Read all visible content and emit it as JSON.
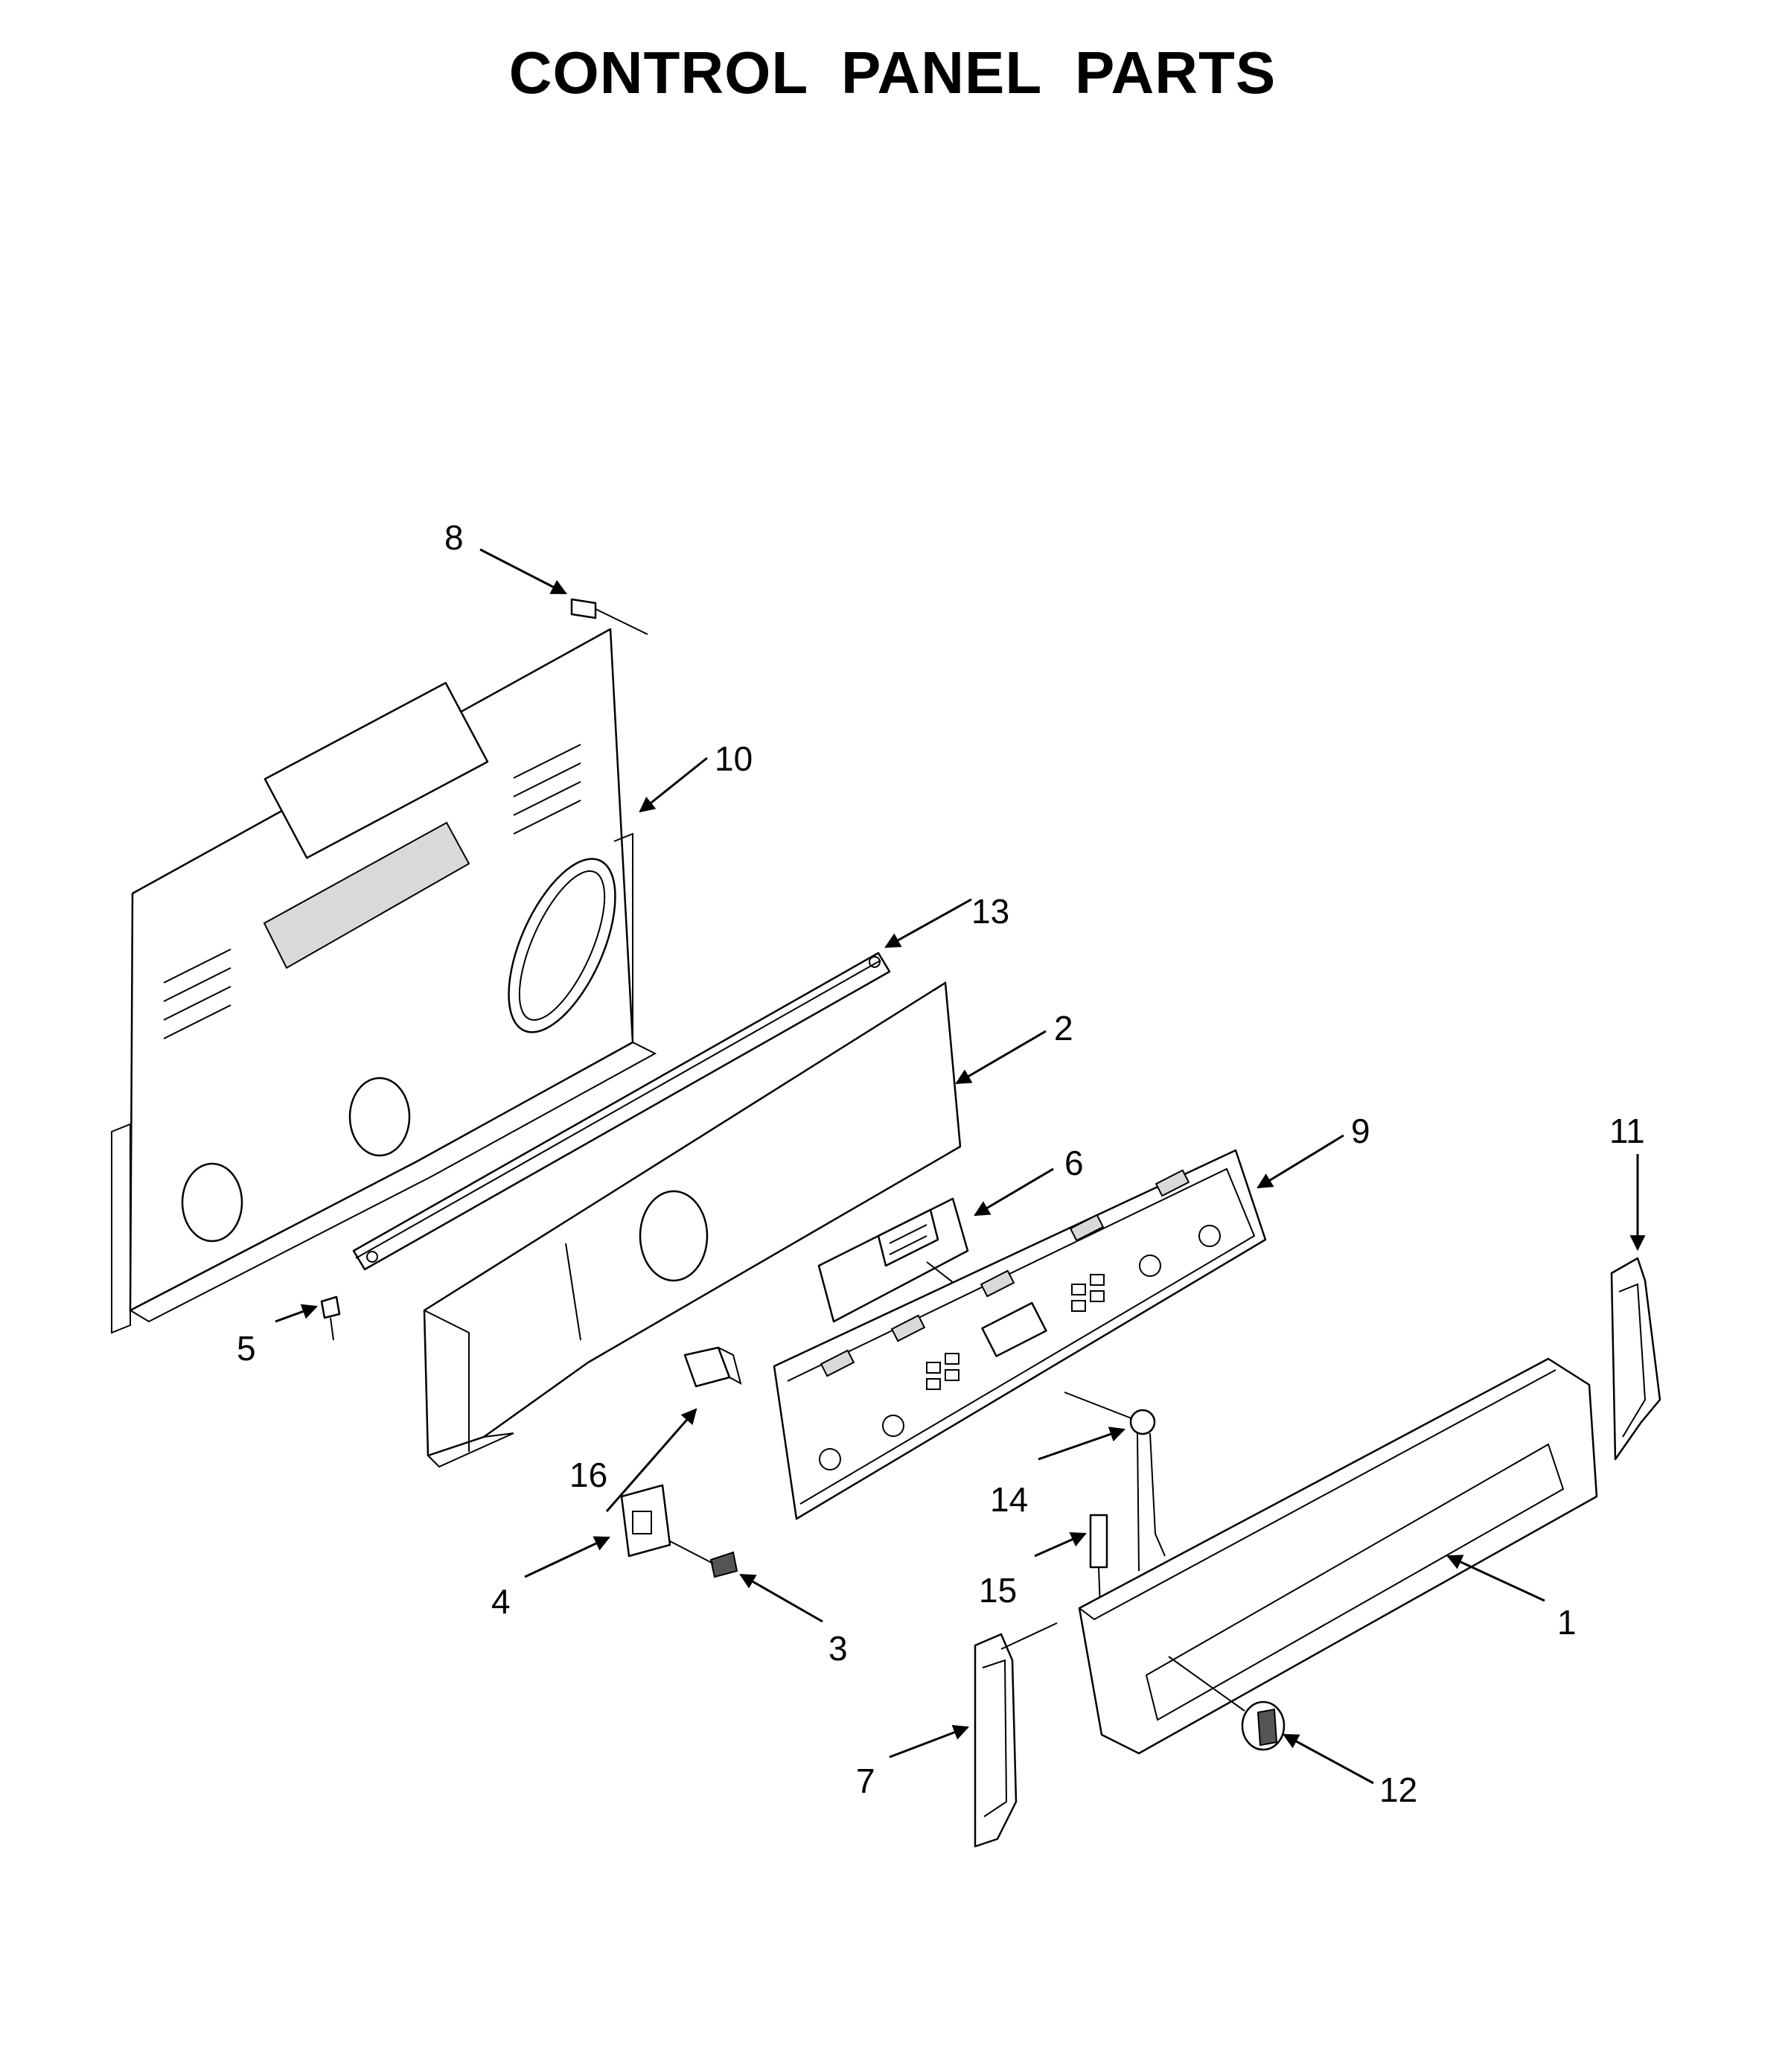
{
  "title": "CONTROL PANEL PARTS",
  "callouts": [
    "1",
    "2",
    "3",
    "4",
    "5",
    "6",
    "7",
    "8",
    "9",
    "10",
    "11",
    "12",
    "13",
    "14",
    "15",
    "16"
  ],
  "colors": {
    "ink": "#000000",
    "background": "#ffffff"
  }
}
